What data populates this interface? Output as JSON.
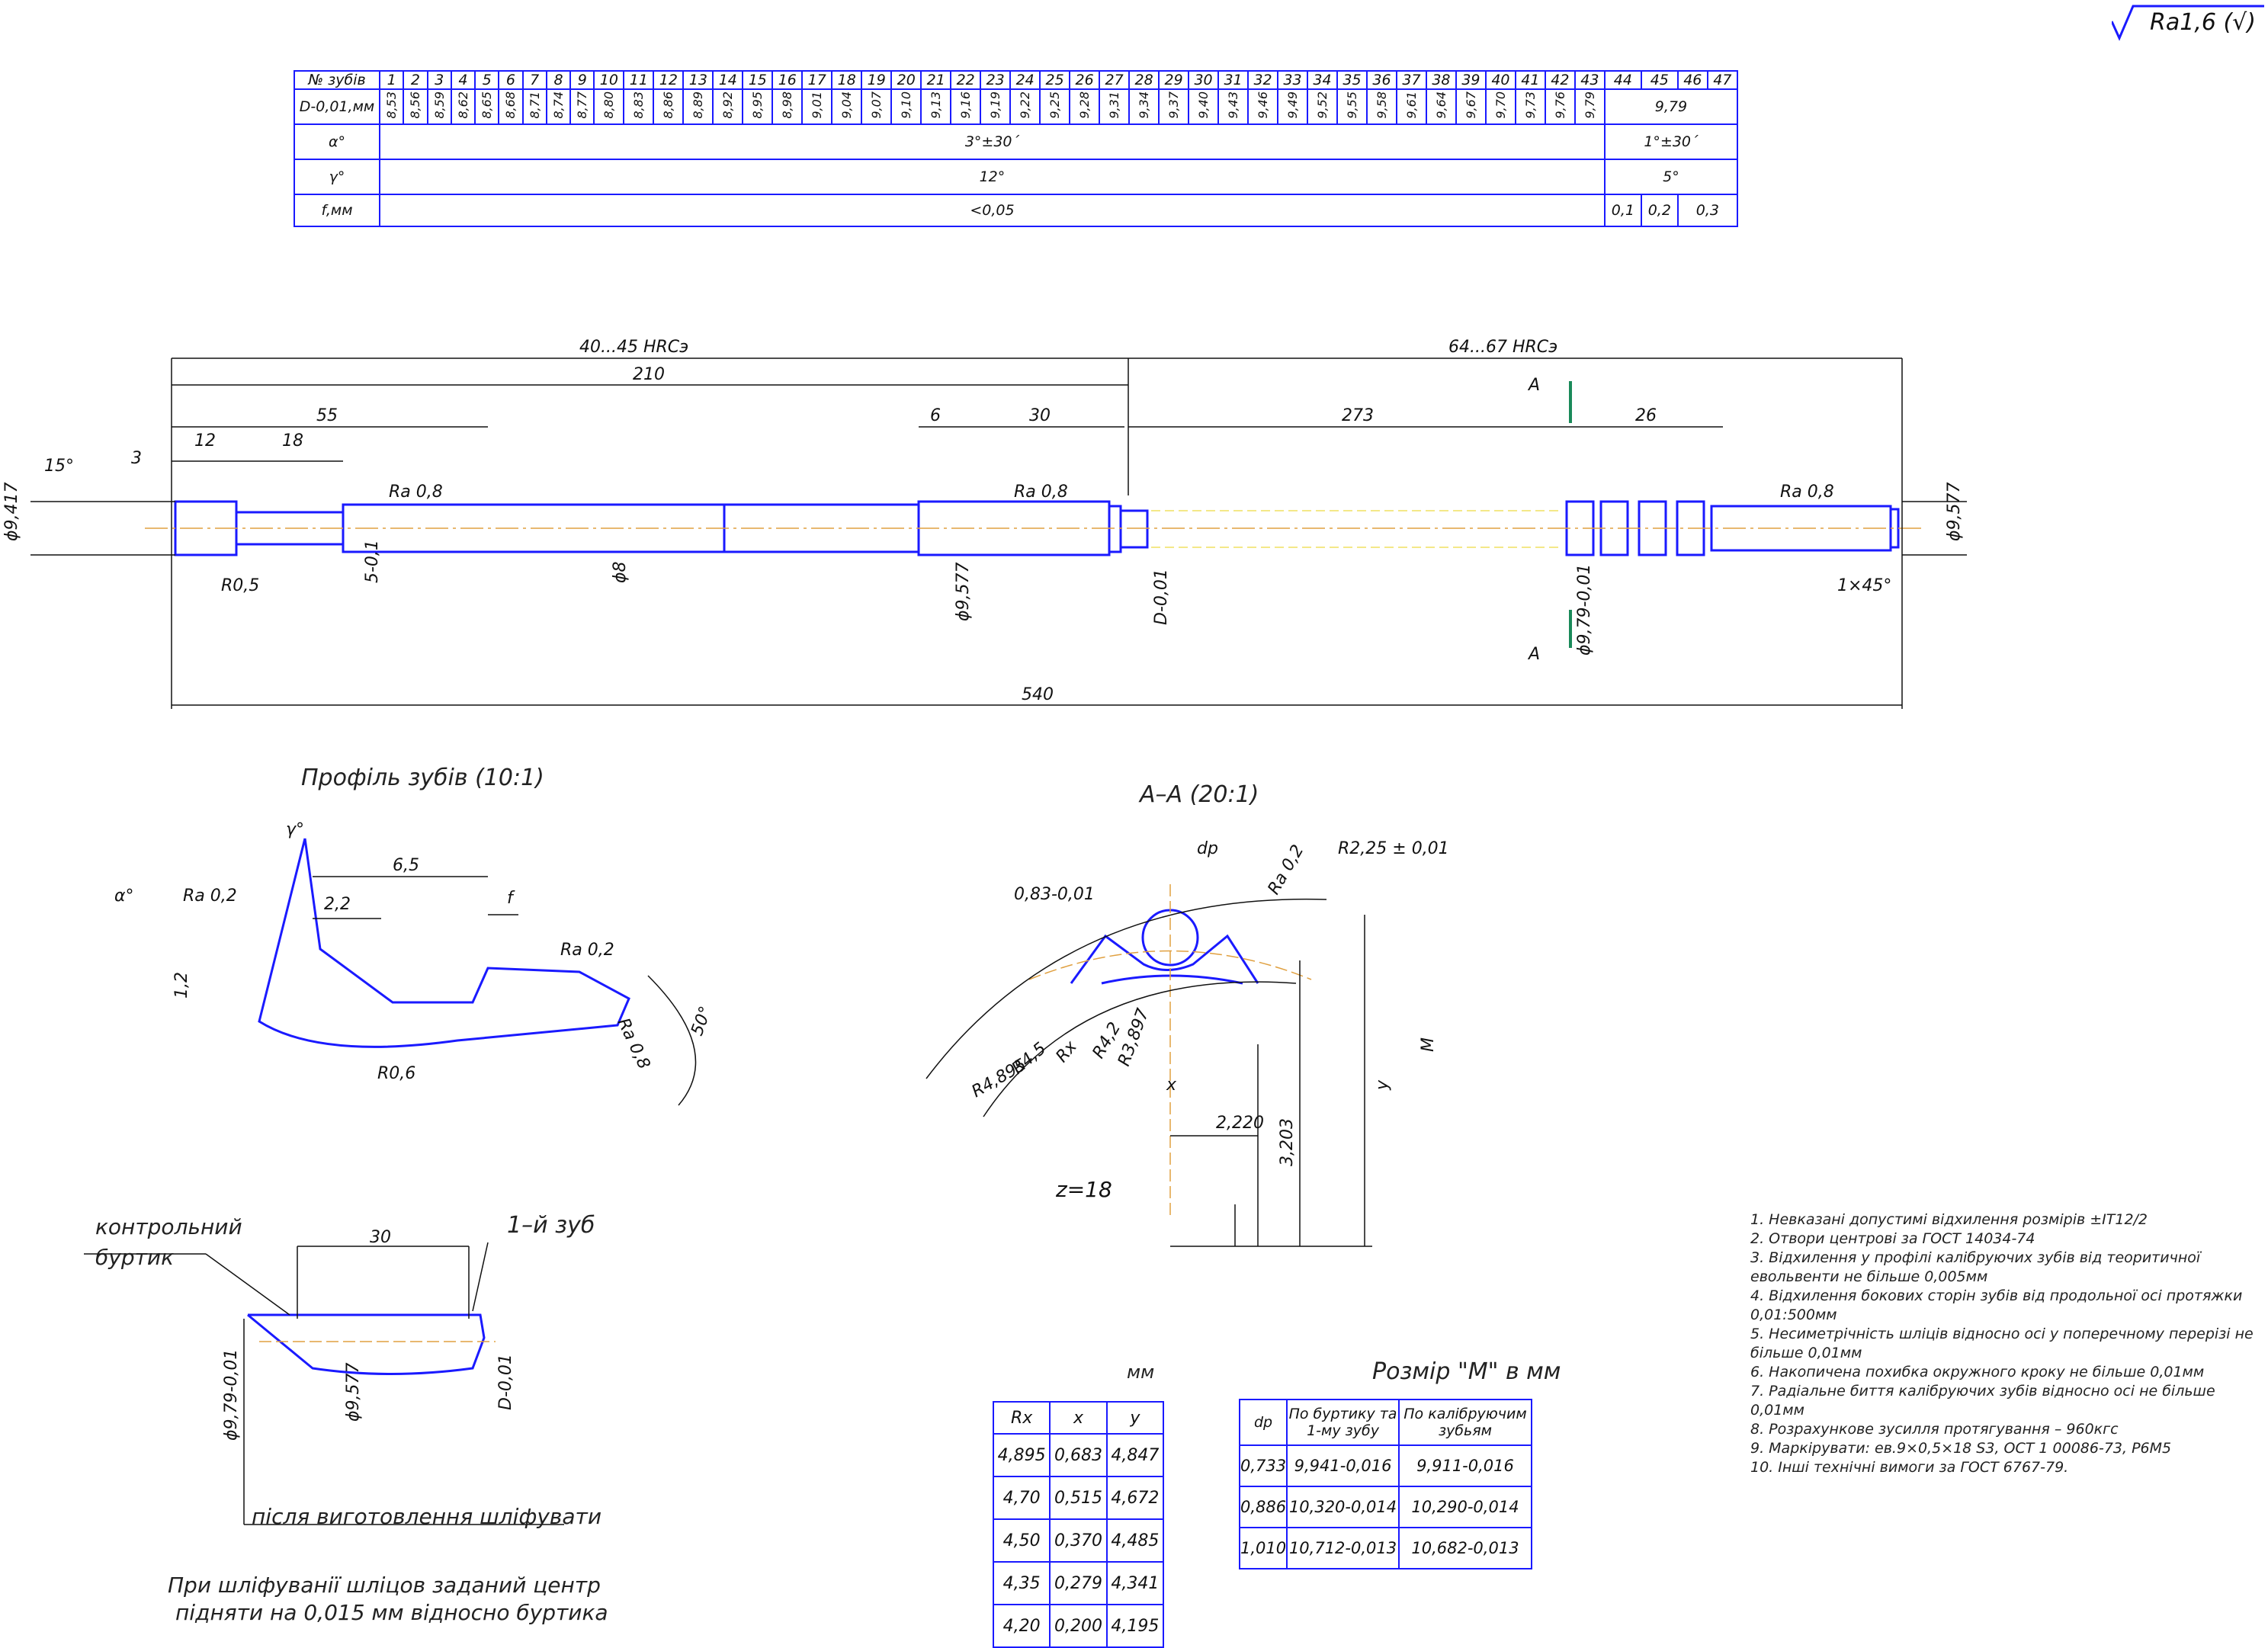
{
  "roughness_general": "Ra1,6 (√)",
  "teeth_table": {
    "row_labels": [
      "№ зубів",
      "D-0,01,мм",
      "α°",
      "γ°",
      "f,мм"
    ],
    "tooth_numbers": [
      "1",
      "2",
      "3",
      "4",
      "5",
      "6",
      "7",
      "8",
      "9",
      "10",
      "11",
      "12",
      "13",
      "14",
      "15",
      "16",
      "17",
      "18",
      "19",
      "20",
      "21",
      "22",
      "23",
      "24",
      "25",
      "26",
      "27",
      "28",
      "29",
      "30",
      "31",
      "32",
      "33",
      "34",
      "35",
      "36",
      "37",
      "38",
      "39",
      "40",
      "41",
      "42",
      "43",
      "44",
      "45",
      "46",
      "47"
    ],
    "diameters": [
      "8,53",
      "8,56",
      "8,59",
      "8,62",
      "8,65",
      "8,68",
      "8,71",
      "8,74",
      "8,77",
      "8,80",
      "8,83",
      "8,86",
      "8,89",
      "8,92",
      "8,95",
      "8,98",
      "9,01",
      "9,04",
      "9,07",
      "9,10",
      "9,13",
      "9,16",
      "9,19",
      "9,22",
      "9,25",
      "9,28",
      "9,31",
      "9,34",
      "9,37",
      "9,40",
      "9,43",
      "9,46",
      "9,49",
      "9,52",
      "9,55",
      "9,58",
      "9,61",
      "9,64",
      "9,67",
      "9,70",
      "9,73",
      "9,76",
      "9,79"
    ],
    "diameter_calib": "9,79",
    "alpha_cut": "3°±30´",
    "alpha_calib": "1°±30´",
    "gamma_cut": "12°",
    "gamma_calib": "5°",
    "f_cut": "<0,05",
    "f_calib": [
      "0,1",
      "0,2",
      "0,3"
    ]
  },
  "main_view": {
    "hardness_left": "40...45 HRCэ",
    "hardness_right": "64...67 HRCэ",
    "dims": {
      "d210": "210",
      "d273": "273",
      "d26": "26",
      "d55": "55",
      "d12": "12",
      "d18": "18",
      "d3": "3",
      "d6": "6",
      "d30": "30",
      "d540": "540",
      "angle15": "15°",
      "dia_left": "ϕ9,417",
      "dia_right": "ϕ9,577",
      "dia8": "ϕ8",
      "dia9577": "ϕ9,577",
      "r05": "R0,5",
      "s5": "5-0,1",
      "d_tol": "D-0,01",
      "dia979": "ϕ9,79-0,01",
      "chamfer": "1×45°",
      "ra08": "Ra 0,8",
      "section": "A"
    }
  },
  "profile_view": {
    "title": "Профіль зубів (10:1)",
    "labels": {
      "gamma": "γ°",
      "alpha": "α°",
      "ra02": "Ra 0,2",
      "pitch": "6,5",
      "land": "2,2",
      "f": "f",
      "h": "1,2",
      "r06": "R0,6",
      "ra08": "Ra 0,8",
      "angle": "50°"
    }
  },
  "section_view": {
    "title": "A–A (20:1)",
    "labels": {
      "dp": "dp",
      "ra02": "Ra 0,2",
      "r225": "R2,25 ± 0,01",
      "w083": "0,83-0,01",
      "r3897": "R3,897",
      "r42": "R4,2",
      "rx": "Rx",
      "r45": "R4,5",
      "r4895": "R4,895",
      "x": "x",
      "x2220": "2,220",
      "y3203": "3,203",
      "y": "y",
      "m": "M",
      "z": "z=18"
    }
  },
  "collar_view": {
    "label_collar": "контрольний буртик",
    "label_first": "1–й зуб",
    "dim30": "30",
    "dia979": "ϕ9,79-0,01",
    "dia9577": "ϕ9,577",
    "d_tol": "D-0,01",
    "grind_note": "після виготовлення шліфувати",
    "footer_note": [
      "При шліфуванії шліцов заданий центр",
      "підняти на 0,015 мм відносно буртика"
    ]
  },
  "rx_table": {
    "unit": "мм",
    "headers": [
      "Rx",
      "x",
      "y"
    ],
    "rows": [
      [
        "4,895",
        "0,683",
        "4,847"
      ],
      [
        "4,70",
        "0,515",
        "4,672"
      ],
      [
        "4,50",
        "0,370",
        "4,485"
      ],
      [
        "4,35",
        "0,279",
        "4,341"
      ],
      [
        "4,20",
        "0,200",
        "4,195"
      ]
    ]
  },
  "m_table": {
    "title": "Розмір \"М\" в мм",
    "headers": [
      "dp",
      "По буртику та 1-му зубу",
      "По калібруючим зубьям"
    ],
    "rows": [
      [
        "0,733",
        "9,941-0,016",
        "9,911-0,016"
      ],
      [
        "0,886",
        "10,320-0,014",
        "10,290-0,014"
      ],
      [
        "1,010",
        "10,712-0,013",
        "10,682-0,013"
      ]
    ]
  },
  "notes": [
    "1. Невказані допустимі відхилення розмірів ±IT12/2",
    "2. Отвори центрові за ГОСТ 14034-74",
    "3. Відхилення у профілі калібруючих зубів від теоритичної евольвенти не більше 0,005мм",
    "4. Відхилення бокових сторін зубів від продольної осі протяжки 0,01:500мм",
    "5. Несиметрічність шліців відносно осі у поперечному перерізі не більше 0,01мм",
    "6. Накопичена похибка окружного кроку не більше 0,01мм",
    "7. Радіальне биття калібруючих зубів відносно осі не більше 0,01мм",
    "8. Розрахункове зусилля протягування – 960кгс",
    "9. Маркірувати: ев.9×0,5×18 S3, ОСТ 1 00086-73, Р6М5",
    "10. Інші технічні вимоги за ГОСТ 6767-79."
  ]
}
